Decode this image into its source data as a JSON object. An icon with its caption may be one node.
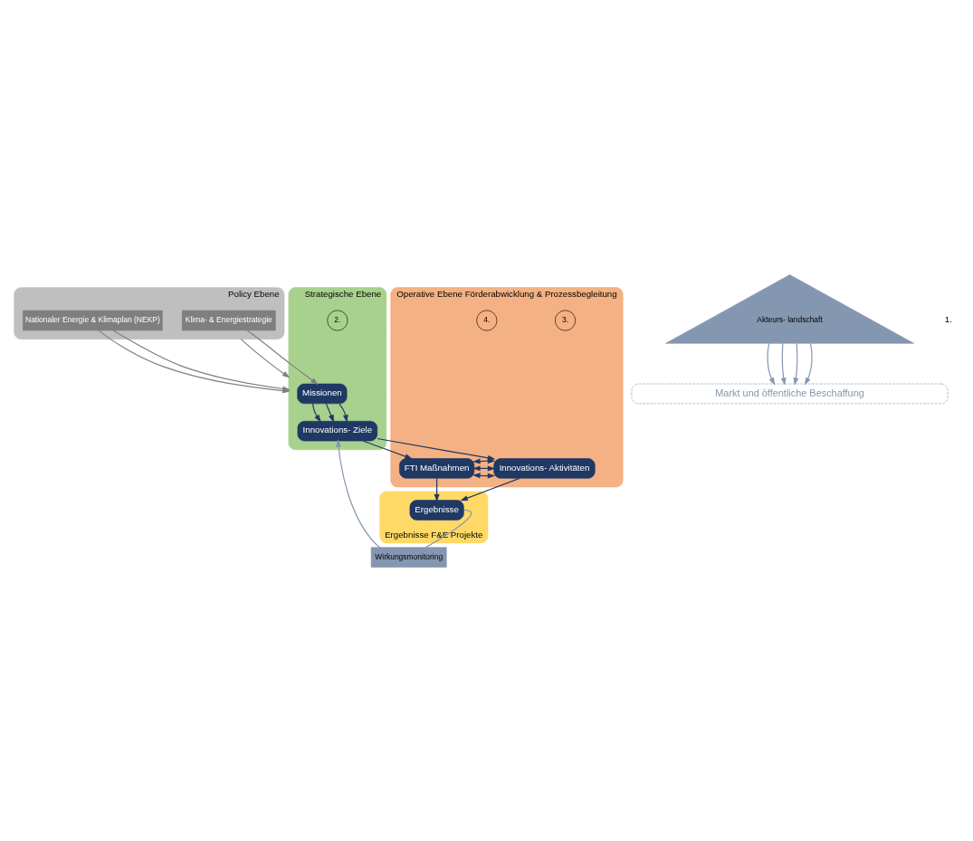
{
  "diagram": {
    "nodes": [
      {
        "text": [
          "Policy Ebene"
        ]
      },
      {
        "text": [
          "Klima- & Energiestrategie"
        ],
        "in": 0
      },
      {
        "text": [
          "Nationaler Energie & Klimaplan (NEKP)"
        ],
        "in": 0
      },
      {
        "text": [
          "Strategische Ebene"
        ]
      },
      {
        "text": [
          "Missionen"
        ],
        "in": 3
      },
      {
        "text": [
          "Innovations- Ziele"
        ],
        "in": 3
      },
      {
        "text": [
          "Operative Ebene Förderabwicklung & Prozessbegleitung"
        ]
      },
      {
        "text": [
          "Innovations- Aktivitäten"
        ],
        "in": 6
      },
      {
        "text": [
          "FTI Maßnahmen"
        ],
        "in": 6
      },
      {
        "text": [
          "Ergebnisse F&E Projekte"
        ]
      },
      {
        "text": [
          "Ergebnisse"
        ],
        "in": 9
      },
      {
        "text": [
          "Akteurs- landschaft"
        ]
      },
      {
        "text": [
          "Wirkungsmonitoring"
        ]
      },
      {
        "text": [
          "Markt und öffentliche Beschaffung"
        ]
      }
    ],
    "edges": [
      {
        "from": 0,
        "to": 3,
        "arrow": "to",
        "color": "#7f7f7f"
      },
      {
        "from": 1,
        "to": 4,
        "arrow": "to",
        "color": "#7f7f7f"
      },
      {
        "from": 2,
        "to": 3,
        "arrow": "to",
        "color": "#7f7f7f"
      },
      {
        "from": 2,
        "to": 3,
        "arrow": "to",
        "color": "#7f7f7f"
      },
      {
        "from": 4,
        "to": 5,
        "arrow": "to"
      },
      {
        "from": 4,
        "to": 5,
        "arrow": "to"
      },
      {
        "from": 4,
        "to": 5,
        "arrow": "to"
      },
      {
        "from": 5,
        "to": 7,
        "arrow": "to"
      },
      {
        "from": 5,
        "to": 8,
        "arrow": "to"
      },
      {
        "from": 7,
        "to": 8,
        "arrow": "both"
      },
      {
        "from": 7,
        "to": 8,
        "arrow": "both"
      },
      {
        "from": 7,
        "to": 8,
        "arrow": "both"
      },
      {
        "from": 7,
        "to": 10,
        "arrow": "to"
      },
      {
        "from": 8,
        "to": 10,
        "arrow": "to"
      },
      {
        "from": 10,
        "to": 12,
        "arrow": "none",
        "color": "#8497b0"
      },
      {
        "from": 12,
        "to": 5,
        "arrow": "to",
        "color": "#8497b0"
      },
      {
        "from": 11,
        "to": 13,
        "arrow": "to",
        "color": "#8497b0"
      },
      {
        "from": 11,
        "to": 13,
        "arrow": "to",
        "color": "#8497b0"
      },
      {
        "from": 11,
        "to": 13,
        "arrow": "to",
        "color": "#8497b0"
      },
      {
        "from": 11,
        "to": 13,
        "arrow": "to",
        "color": "#8497b0"
      }
    ],
    "labels": [
      "1.",
      "2.",
      "3.",
      "4."
    ]
  }
}
